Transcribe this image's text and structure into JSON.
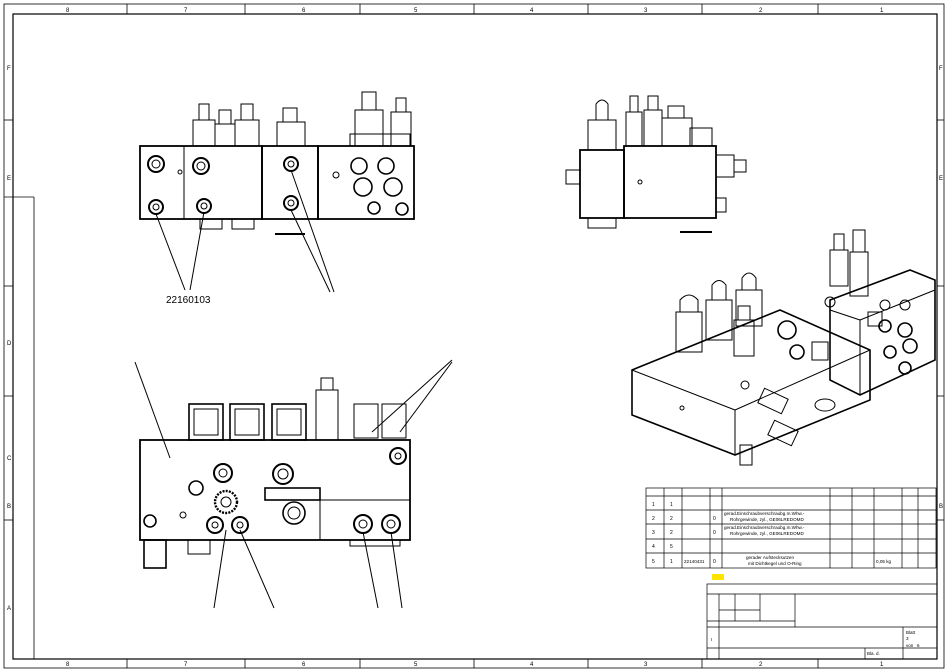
{
  "frame": {
    "top_zones": [
      "8",
      "7",
      "6",
      "5",
      "4",
      "3",
      "2",
      "1"
    ],
    "bottom_zones": [
      "8",
      "7",
      "6",
      "5",
      "4",
      "3",
      "2",
      "1"
    ],
    "side_zones": [
      "F",
      "E",
      "D",
      "C",
      "B",
      "A"
    ]
  },
  "callouts": {
    "top_view_part": "22160103"
  },
  "bom": {
    "rows": [
      {
        "pos": "1",
        "qty": "1",
        "partno": "",
        "rev": "",
        "desc1": "",
        "desc2": "",
        "weight": ""
      },
      {
        "pos": "2",
        "qty": "2",
        "partno": "",
        "rev": "0",
        "desc1": "gerad.Einschraubverschraubg.m.Whw.-",
        "desc2": "Rohrgewinde, zyl., GE06LREDOMD",
        "weight": ""
      },
      {
        "pos": "3",
        "qty": "2",
        "partno": "",
        "rev": "0",
        "desc1": "gerad.Einschraubverschraubg.m.Whw.-",
        "desc2": "Rohrgewinde, zyl., GE06LREDOMD",
        "weight": ""
      },
      {
        "pos": "4",
        "qty": "5",
        "partno": "",
        "rev": "",
        "desc1": "",
        "desc2": "",
        "weight": ""
      },
      {
        "pos": "5",
        "qty": "1",
        "partno": "22140431",
        "rev": "0",
        "desc1": "gerader Aufstecksutzen",
        "desc2": "mit Dichtkegel und O-Ring",
        "weight": "0,05 kg"
      }
    ]
  },
  "title_block": {
    "sheet_label": "Blatt",
    "sheet_no": "3",
    "of_label": "von",
    "of_no": "6",
    "index": "I",
    "change_label": "Bla. d."
  },
  "colors": {
    "line": "#000000",
    "highlight": "#ffe400"
  }
}
